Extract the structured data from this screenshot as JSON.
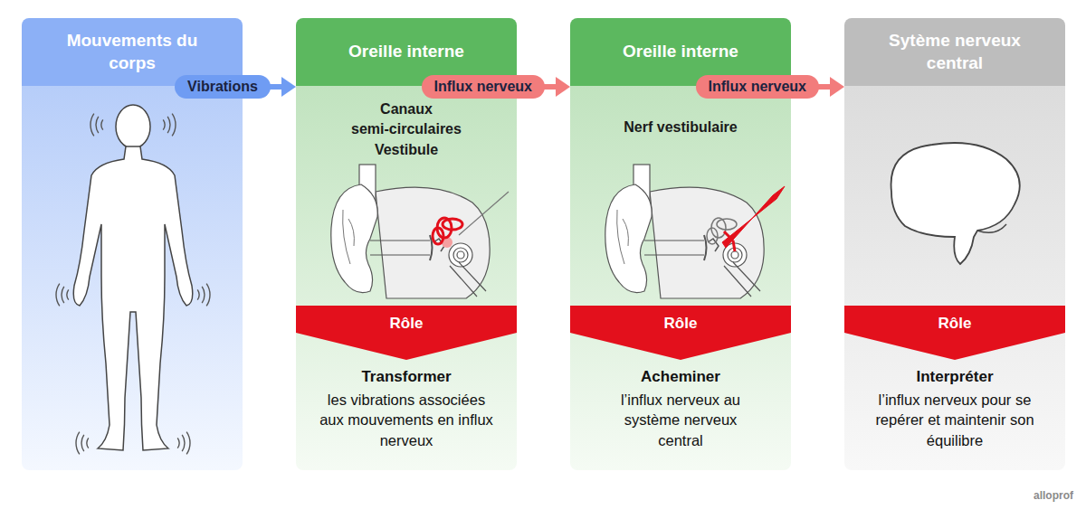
{
  "diagram": {
    "nodes": [
      {
        "text": [
          "Mouvements du corps"
        ]
      },
      {
        "text": [
          "Oreille interne",
          "Canaux semi-circulaires Vestibule",
          "Transformer",
          "les vibrations associées aux mouvements en influx nerveux"
        ]
      },
      {
        "text": [
          "Rôle"
        ],
        "in": 1
      },
      {
        "text": [
          "Oreille interne",
          "Nerf vestibulaire",
          "Acheminer",
          "l’influx nerveux au système nerveux central"
        ]
      },
      {
        "text": [
          "Rôle"
        ],
        "in": 3
      },
      {
        "text": [
          "Sytème nerveux central",
          "Interpréter",
          "l’influx nerveux pour se repérer et maintenir son équilibre"
        ]
      },
      {
        "text": [
          "Rôle"
        ],
        "in": 5
      }
    ],
    "edges": [
      {
        "from": 0,
        "to": 1,
        "arrow": "to",
        "label": "Vibrations"
      },
      {
        "from": 1,
        "to": 3,
        "arrow": "to",
        "label": "Influx nerveux"
      },
      {
        "from": 3,
        "to": 5,
        "arrow": "to",
        "label": "Influx nerveux"
      }
    ],
    "labels": [
      "alloprof"
    ]
  }
}
